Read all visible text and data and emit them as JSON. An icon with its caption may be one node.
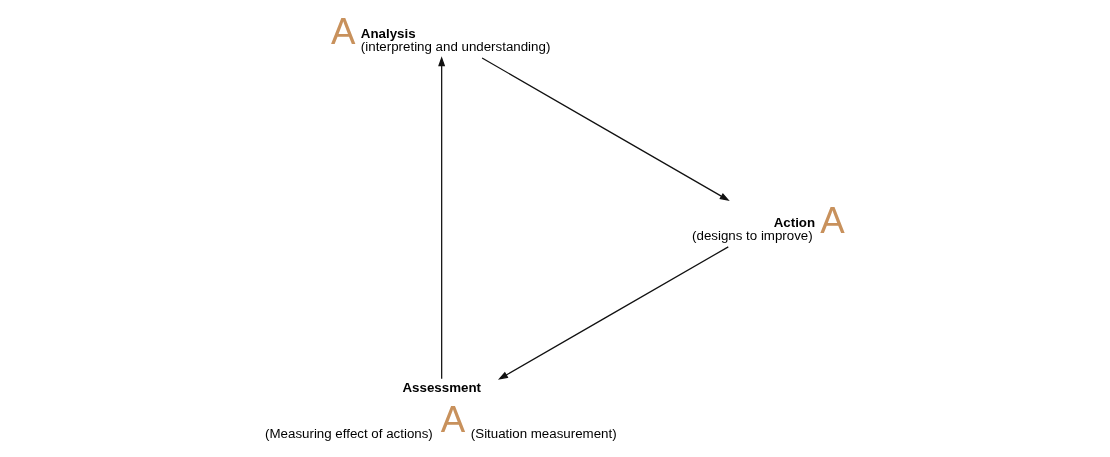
{
  "diagram": {
    "nodes": [
      {
        "text": [
          "A"
        ],
        "beside": [
          "Assessment",
          "(Measuring effect of actions)",
          "(Situation measurement)"
        ]
      },
      {
        "text": [
          "A"
        ],
        "beside": [
          "Analysis",
          "(interpreting and understanding)"
        ]
      },
      {
        "text": [
          "A"
        ],
        "beside": [
          "Action",
          "(designs to improve)"
        ]
      }
    ],
    "edges": [
      {
        "from": 0,
        "to": 1,
        "arrow": "to"
      },
      {
        "from": 1,
        "to": 2,
        "arrow": "to"
      },
      {
        "from": 2,
        "to": 0,
        "arrow": "to"
      }
    ]
  }
}
